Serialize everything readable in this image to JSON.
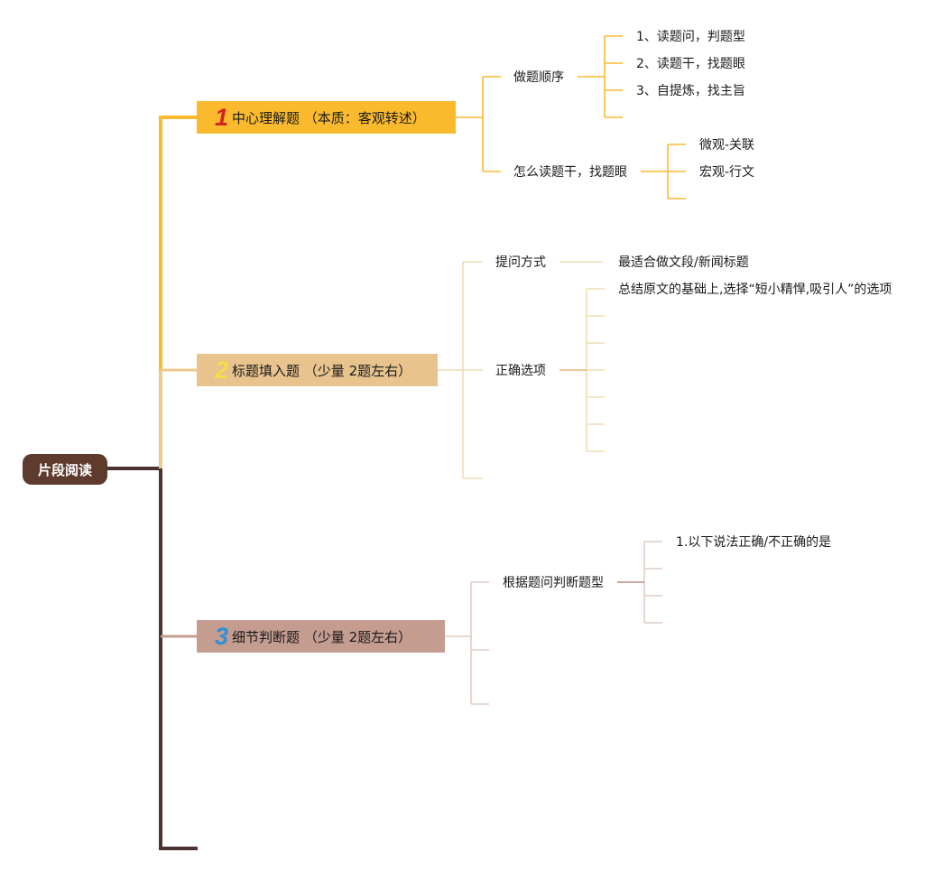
{
  "root": {
    "label": "片段阅读"
  },
  "topics": [
    {
      "num": "1",
      "label": "中心理解题 （本质：客观转述）",
      "branches": [
        {
          "label": "做题顺序",
          "items": [
            "1、读题问，判题型",
            "2、读题干，找题眼",
            "3、自提炼，找主旨",
            ""
          ]
        },
        {
          "label": "怎么读题干，找题眼",
          "items": [
            "微观-关联",
            "宏观-行文",
            ""
          ]
        }
      ]
    },
    {
      "num": "2",
      "label": "标题填入题 （少量 2题左右）",
      "branches": [
        {
          "label": "提问方式",
          "items": [
            "最适合做文段/新闻标题"
          ]
        },
        {
          "label": "正确选项",
          "items": [
            "总结原文的基础上,选择“短小精悍,吸引人”的选项",
            "",
            "",
            "",
            "",
            "",
            ""
          ]
        },
        {
          "label": "",
          "items": []
        }
      ]
    },
    {
      "num": "3",
      "label": "细节判断题 （少量 2题左右）",
      "branches": [
        {
          "label": "根据题问判断题型",
          "items": [
            "1.以下说法正确/不正确的是",
            "",
            "",
            ""
          ]
        },
        {
          "label": "",
          "items": []
        },
        {
          "label": "",
          "items": []
        }
      ]
    }
  ],
  "colors": {
    "root": "#5e3b2c",
    "trunk": "#4a3330",
    "topic1": "#fbba2e",
    "topic2": "#e8c38e",
    "topic3": "#c49c90",
    "num1": "#d3231f",
    "num2": "#f5dd47",
    "num3": "#2f8fd6"
  }
}
